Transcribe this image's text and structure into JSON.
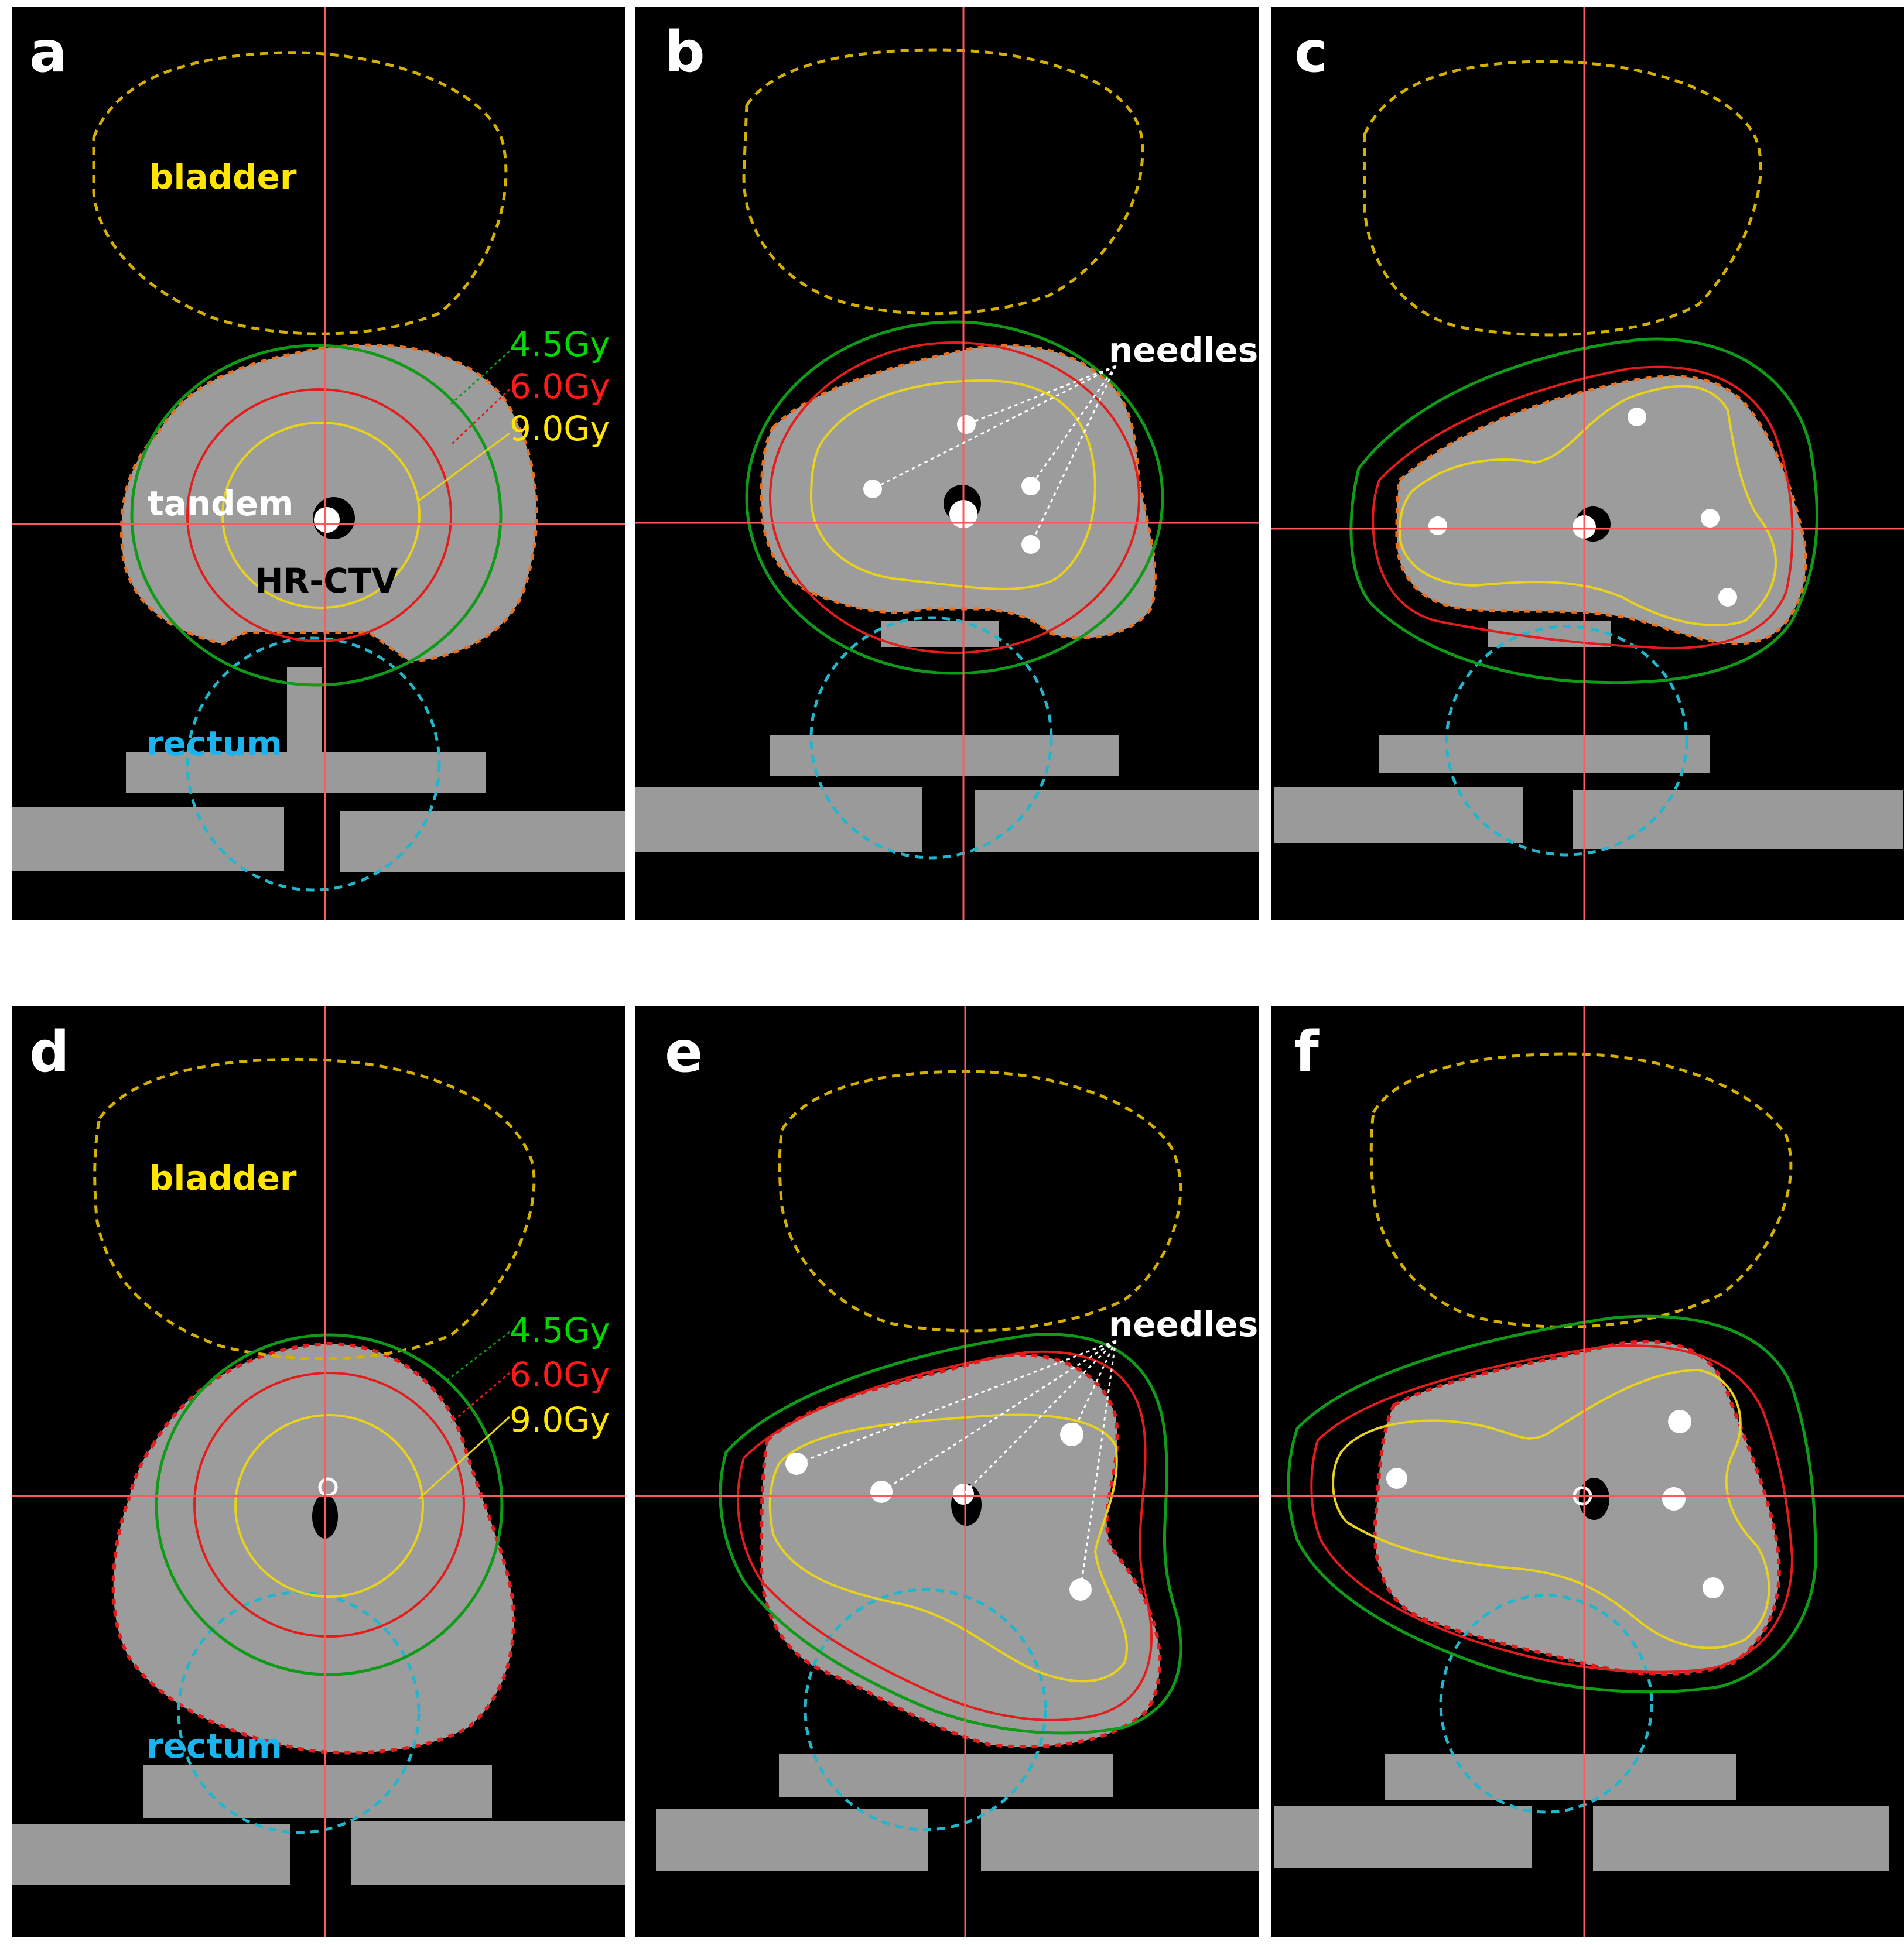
{
  "panels": [
    {
      "letter": "a",
      "has_needles": false
    },
    {
      "letter": "b",
      "has_needles": true
    },
    {
      "letter": "c",
      "has_needles": true
    },
    {
      "letter": "d",
      "has_needles": false
    },
    {
      "letter": "e",
      "has_needles": true
    },
    {
      "letter": "f",
      "has_needles": true
    }
  ],
  "labels": {
    "bladder": "bladder",
    "rectum": "rectum",
    "tandem": "tandem",
    "hrctv": "HR-CTV",
    "needles": "needles",
    "dose_green": "4.5Gy",
    "dose_red": "6.0Gy",
    "dose_yellow": "9.0Gy"
  },
  "colors": {
    "bladder_contour": "#d4b000",
    "rectum_contour": "#22b6cc",
    "hrctv_contour": "#e8701e",
    "iso_green": "#0f9b18",
    "iso_red": "#e31c1c",
    "iso_yellow": "#e8d21c",
    "label_yellow": "#ffe600",
    "label_green": "#00d800",
    "label_red": "#ff1a1a",
    "label_rectum": "#1ab4ee",
    "crosshair": "#ff5a5a",
    "phantom": "#9c9c9c"
  }
}
